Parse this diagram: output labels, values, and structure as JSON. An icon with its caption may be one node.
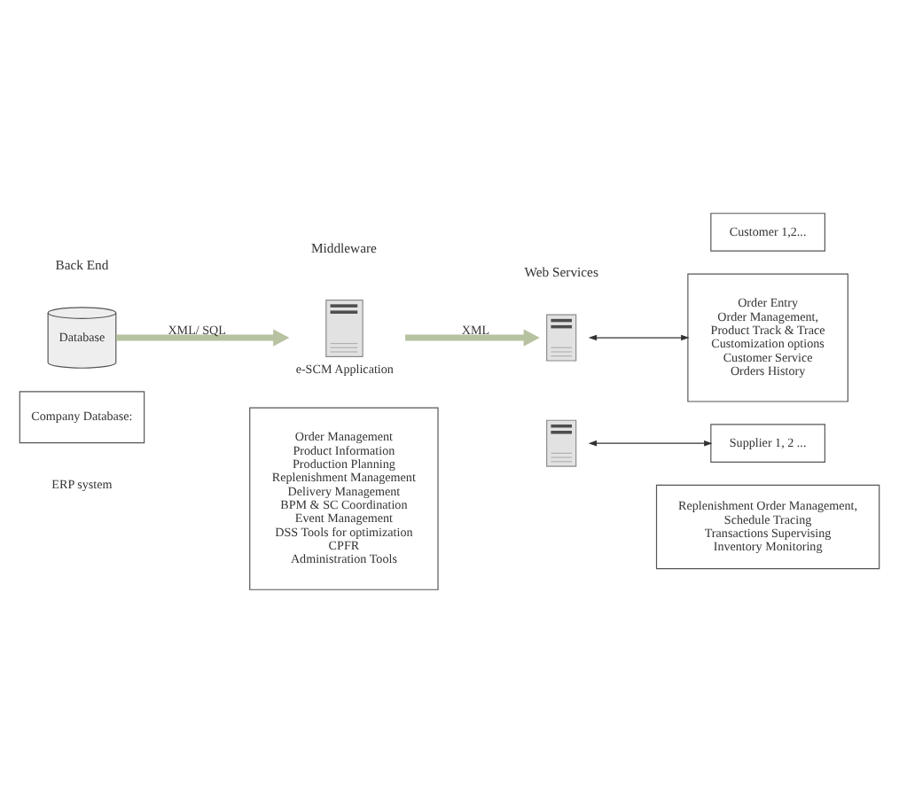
{
  "diagram": {
    "nodes": [
      {
        "text": [
          "Database"
        ]
      },
      {
        "text": [
          "e-SCM Application"
        ]
      },
      {
        "text": [],
        "shape": "picture"
      },
      {
        "text": [],
        "shape": "picture"
      },
      {
        "text": [
          "Customer 1,2..."
        ]
      },
      {
        "text": [
          "Order Entry",
          "Order Management,",
          "Product Track & Trace",
          "Customization options",
          "Customer Service",
          "Orders History"
        ]
      },
      {
        "text": [
          "Company Database:"
        ]
      },
      {
        "text": [
          "Order Management",
          "Product Information",
          "Production Planning",
          "Replenishment Management",
          "Delivery Management",
          "BPM & SC Coordination",
          "Event Management",
          "DSS Tools for optimization",
          "CPFR",
          "Administration Tools"
        ]
      },
      {
        "text": [
          "Supplier 1, 2 ..."
        ]
      },
      {
        "text": [
          "Replenishment Order Management,",
          "Schedule Tracing",
          "Transactions Supervising",
          "Inventory Monitoring"
        ]
      }
    ],
    "edges": [
      {
        "from": 0,
        "to": 1,
        "arrow": "to",
        "label": "XML/ SQL",
        "style": "thick",
        "color": "#b7c2a0"
      },
      {
        "from": 1,
        "to": 2,
        "arrow": "to",
        "label": "XML",
        "style": "thick",
        "color": "#b7c2a0"
      },
      {
        "from": 2,
        "to": 5,
        "arrow": "both",
        "color": "#333333"
      },
      {
        "from": 3,
        "to": 8,
        "arrow": "both",
        "color": "#333333"
      }
    ],
    "labels": [
      "Back End",
      "Middleware",
      "Web Services",
      "ERP system"
    ]
  }
}
